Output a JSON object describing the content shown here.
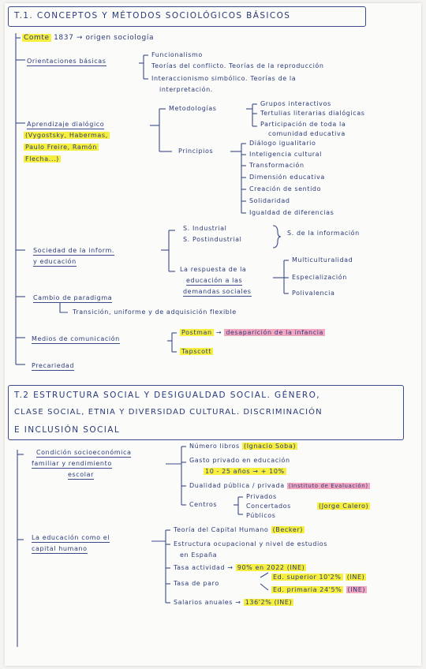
{
  "section1": {
    "title": "T.1. CONCEPTOS Y MÉTODOS SOCIOLÓGICOS BÁSICOS",
    "comte": "Comte",
    "comte_rest": "1837 → origen sociología",
    "orientaciones": "Orientaciones básicas",
    "orient_items": [
      "Funcionalismo",
      "Teorías del conflicto. Teorías de la reproducción",
      "Interaccionismo simbólico. Teorías de la",
      "interpretación."
    ],
    "aprendizaje": "Aprendizaje dialógico",
    "autores": [
      "(Vygostsky, Habermas,",
      "Paulo Freire, Ramón",
      "Flecha...)"
    ],
    "metodologias": "Metodologías",
    "metod_items": [
      "Grupos interactivos",
      "Tertulias literarias dialógicas",
      "Participación de toda la",
      "comunidad educativa"
    ],
    "principios": "Principios",
    "princ_items": [
      "Diálogo igualitario",
      "Inteligencia cultural",
      "Transformación",
      "Dimensión educativa",
      "Creación de sentido",
      "Solidaridad",
      "Igualdad de diferencias"
    ],
    "sociedad": [
      "Sociedad de la inform.",
      "y educación"
    ],
    "s_industrial": "S. Industrial",
    "s_postindustrial": "S. Postindustrial",
    "s_info": "S. de la información",
    "respuesta": [
      "La respuesta de la",
      "educación a las",
      "demandas sociales"
    ],
    "resp_items": [
      "Multiculturalidad",
      "Especialización",
      "Polivalencia"
    ],
    "cambio": "Cambio de paradigma",
    "cambio_items": "Transición, uniforme y de adquisición flexible",
    "medios": "Medios de comunicación",
    "postman": "Postman",
    "postman_rest": "desaparición de la infancia",
    "tapscott": "Tapscott",
    "precariedad": "Precariedad"
  },
  "section2": {
    "title_lines": [
      "T.2 ESTRUCTURA SOCIAL Y DESIGUALDAD SOCIAL. GÉNERO,",
      "CLASE SOCIAL, ETNIA Y DIVERSIDAD CULTURAL. DISCRIMINACIÓN",
      "E INCLUSIÓN SOCIAL"
    ],
    "condicion": [
      "Condición socioeconómica",
      "familiar y rendimiento",
      "escolar"
    ],
    "numero": "Número libros",
    "numero_hl": "(Ignacio Soba)",
    "gasto": "Gasto privado en educación",
    "gasto2": "10 - 25 años → + 10%",
    "dualidad": "Dualidad pública / privada",
    "dualidad_hl": "(Instituto de Evaluación)",
    "centros": "Centros",
    "centros_items": [
      "Privados",
      "Concertados",
      "Públicos"
    ],
    "calero": "(Jorge Calero)",
    "educacion": [
      "La educación como el",
      "capital humano"
    ],
    "teoria": "Teoría del Capital Humano",
    "becker": "(Becker)",
    "estructura": [
      "Estructura ocupacional y nivel de estudios",
      "en España"
    ],
    "tasa_act": "Tasa actividad →",
    "tasa_act_val": "90% en 2022 (INE)",
    "tasa_paro": "Tasa de paro",
    "paro1": "Ed. superior 10'2%",
    "paro1_ine": "(INE)",
    "paro2": "Ed. primaria 24'5%",
    "paro2_ine": "(INE)",
    "salarios": "Salarios anuales →",
    "salarios_val": "136'2% (INE)"
  }
}
